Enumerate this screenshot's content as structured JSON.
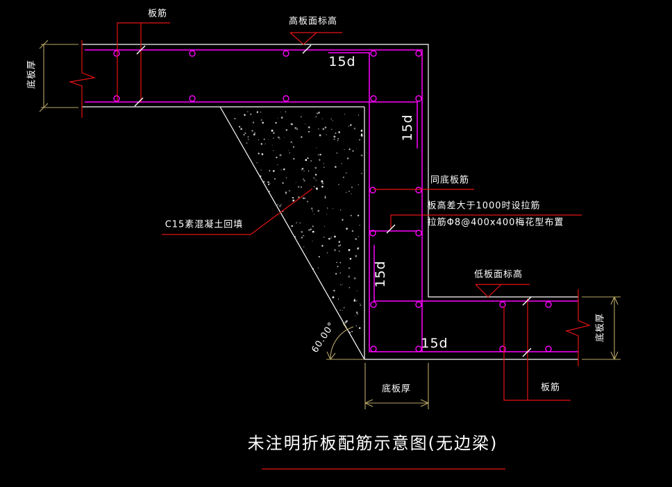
{
  "colors": {
    "background": "#000000",
    "outline_white": "#ffffff",
    "rebar_magenta": "#ff00ff",
    "annotation_red": "#e81313",
    "dimension_tan": "#b9a868",
    "text_white": "#ffffff"
  },
  "drawing": {
    "title": "未注明折板配筋示意图(无边梁)",
    "labels": {
      "slab_rebar_top": "板筋",
      "slab_rebar_bottom": "板筋",
      "high_slab_elevation": "高板面标高",
      "low_slab_elevation": "低板面标高",
      "thickness_left": "底板厚",
      "thickness_bottom": "底板厚",
      "thickness_right": "底板厚",
      "backfill_note": "C15素混凝土回填",
      "same_as_bottom_rebar": "同底板筋",
      "tie_note_line1": "板高差大于1000时设拉筋",
      "tie_note_line2": "拉筋Φ8@400x400梅花型布置",
      "anchorage_top": "15d",
      "anchorage_wall_upper": "15d",
      "anchorage_wall_lower": "15d",
      "anchorage_bottom": "15d",
      "slope_angle": "60.00°"
    }
  }
}
